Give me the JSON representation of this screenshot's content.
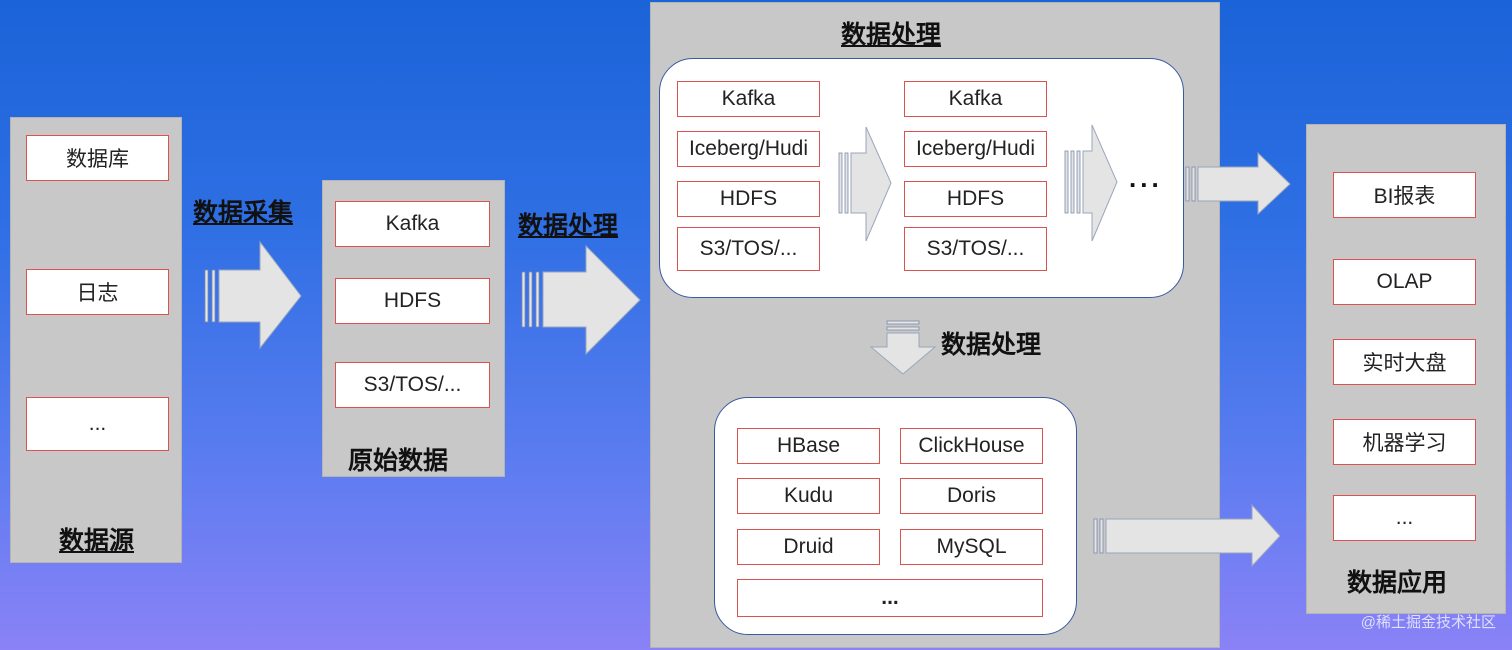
{
  "sources": {
    "title": "数据源",
    "items": [
      "数据库",
      "日志",
      "..."
    ]
  },
  "collect_label": "数据采集",
  "raw": {
    "title": "原始数据",
    "items": [
      "Kafka",
      "HDFS",
      "S3/TOS/..."
    ]
  },
  "process_label": "数据处理",
  "processing": {
    "title": "数据处理",
    "col1": [
      "Kafka",
      "Iceberg/Hudi",
      "HDFS",
      "S3/TOS/..."
    ],
    "col2": [
      "Kafka",
      "Iceberg/Hudi",
      "HDFS",
      "S3/TOS/..."
    ],
    "ellipsis": "...",
    "down_label": "数据处理",
    "stores": [
      "HBase",
      "ClickHouse",
      "Kudu",
      "Doris",
      "Druid",
      "MySQL",
      "..."
    ]
  },
  "apps": {
    "title": "数据应用",
    "items": [
      "BI报表",
      "OLAP",
      "实时大盘",
      "机器学习",
      "..."
    ]
  },
  "watermark": "@稀土掘金技术社区",
  "colors": {
    "arrow_fill": "#e4e4e4",
    "box_border": "#d9534f",
    "panel": "#c8c8c8"
  }
}
